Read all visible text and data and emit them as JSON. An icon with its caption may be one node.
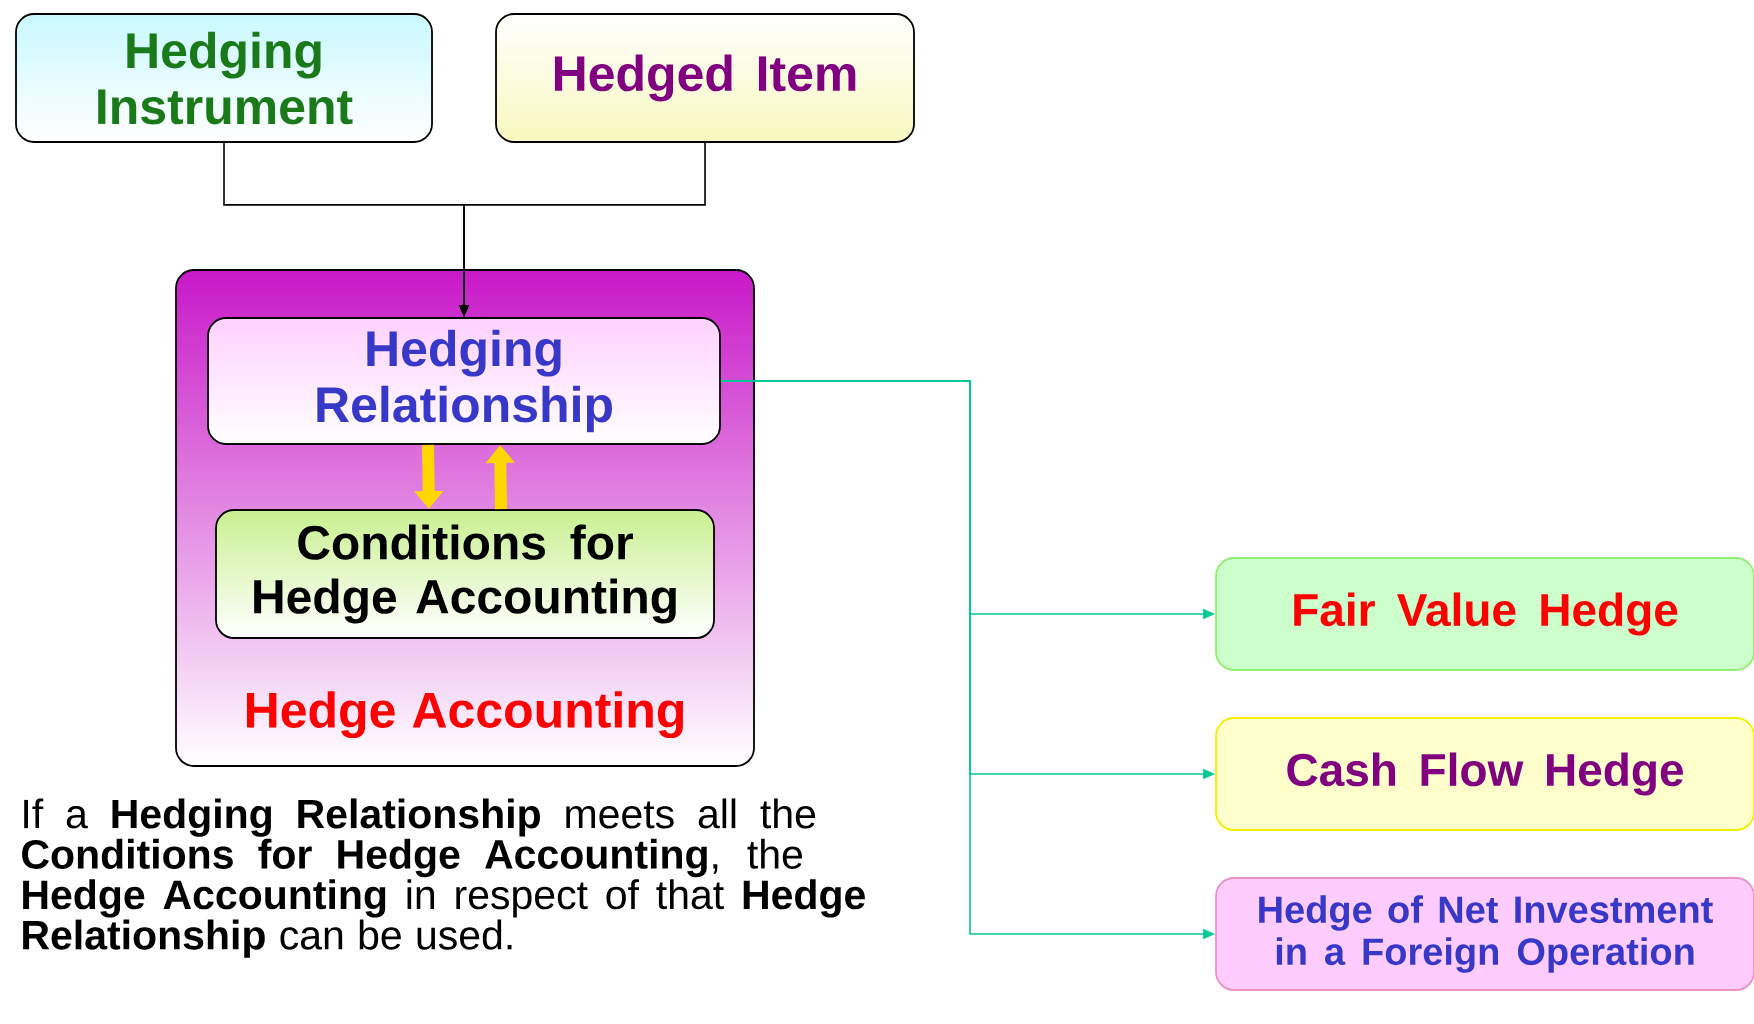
{
  "diagram": {
    "nodes": [
      {
        "text": [
          "Hedging Instrument"
        ]
      },
      {
        "text": [
          "Hedged Item"
        ]
      },
      {
        "text": [
          "Hedge Accounting"
        ]
      },
      {
        "text": [
          "Hedging Relationship"
        ],
        "in": 2
      },
      {
        "text": [
          "Conditions for Hedge Accounting"
        ],
        "in": 2
      },
      {
        "text": [
          "Fair Value Hedge"
        ]
      },
      {
        "text": [
          "Cash Flow Hedge"
        ]
      },
      {
        "text": [
          "Hedge of Net Investment in a Foreign Operation"
        ]
      }
    ],
    "edges": [
      {
        "from": 0,
        "to": 3,
        "arrow": "to",
        "color": "#000000"
      },
      {
        "from": 1,
        "to": 3,
        "arrow": "to",
        "color": "#000000"
      },
      {
        "from": 3,
        "to": 4,
        "arrow": "to",
        "style": "thick",
        "color": "#ffd700"
      },
      {
        "from": 4,
        "to": 3,
        "arrow": "to",
        "style": "thick",
        "color": "#ffd700"
      },
      {
        "from": 3,
        "to": 5,
        "arrow": "to",
        "color": "#00c896"
      },
      {
        "from": 3,
        "to": 6,
        "arrow": "to",
        "color": "#00c896"
      },
      {
        "from": 3,
        "to": 7,
        "arrow": "to",
        "color": "#00c896"
      }
    ],
    "labels": [
      "If a **Hedging Relationship** meets all the **Conditions for Hedge Accounting**, the **Hedge Accounting** in respect of that **Hedge Relationship** can be used."
    ]
  }
}
